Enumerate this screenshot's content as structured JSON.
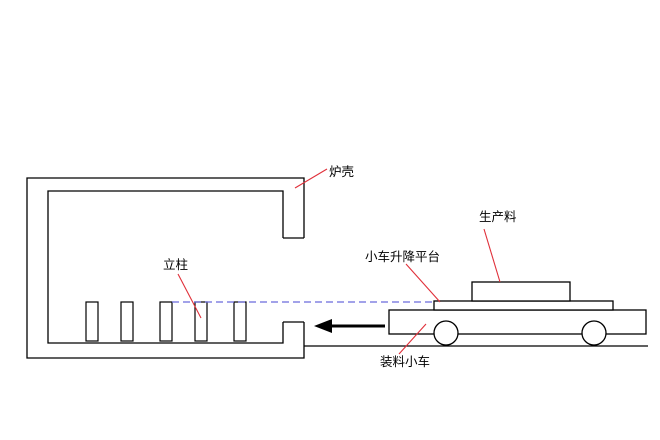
{
  "labels": {
    "furnace_shell": "炉壳",
    "column": "立柱",
    "product": "生产料",
    "lift_platform": "小车升降平台",
    "charging_car": "装料小车"
  },
  "colors": {
    "line": "#000000",
    "leader": "#e0303a",
    "dashed_level": "#6b6bdc",
    "background": "#ffffff"
  },
  "icons": {
    "direction_arrow": "left-arrow-icon"
  }
}
